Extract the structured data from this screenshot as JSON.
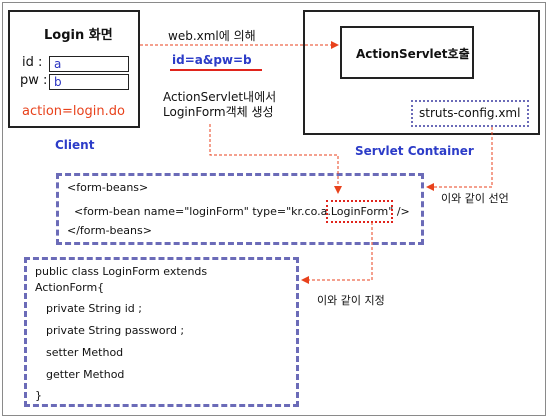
{
  "client": {
    "title": "Login 화면",
    "id_label": "id :",
    "pw_label": "pw :",
    "id_value": "a",
    "pw_value": "b",
    "action": "action=login.do",
    "caption": "Client"
  },
  "request": {
    "via": "web.xml에 의해",
    "params": "id=a&pw=b",
    "note_line1": "ActionServlet내에서",
    "note_line2": "LoginForm객체 생성"
  },
  "container": {
    "servlet": "ActionServlet호출",
    "config": "struts-config.xml",
    "caption": "Servlet Container"
  },
  "form_beans": {
    "line1": "<form-beans>",
    "line2_prefix": "<form-bean name=\"loginForm\" type=\"kr.co.a.",
    "line2_highlight": "LoginForm",
    "line2_suffix": "\" />",
    "line3": "</form-beans>",
    "note": "이와 같이 선언"
  },
  "login_form_class": {
    "lines": [
      "public class LoginForm extends",
      "ActionForm{",
      "private String id ;",
      "private String password ;",
      "setter Method",
      "getter Method",
      "}"
    ],
    "note": "이와 같이 지정"
  },
  "colors": {
    "accent_red": "#e8421c",
    "caption_blue": "#2c3cc8",
    "dashed_purple": "#6b6bb8",
    "highlight_red": "#e0241c"
  }
}
